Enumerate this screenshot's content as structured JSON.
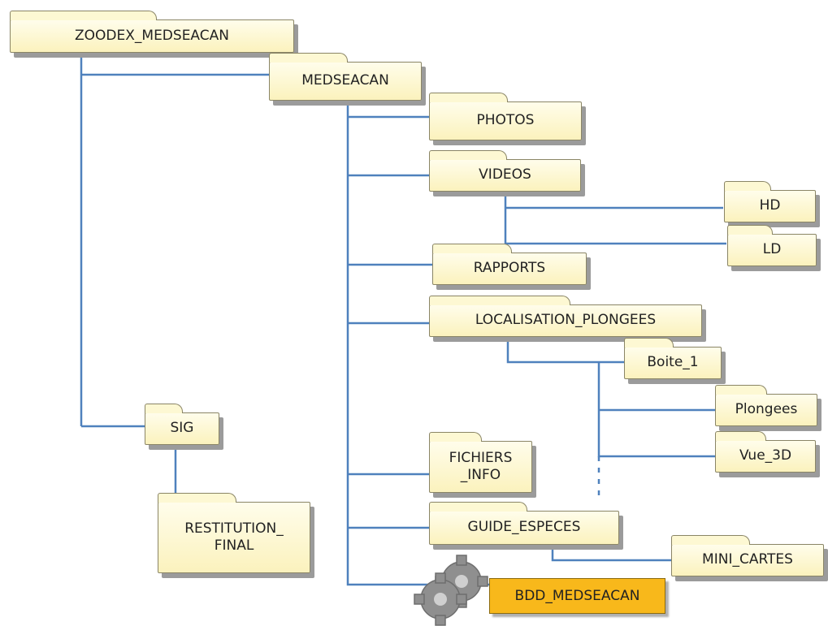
{
  "nodes": {
    "zoodex_medseacan": "ZOODEX_MEDSEACAN",
    "medseacan": "MEDSEACAN",
    "photos": "PHOTOS",
    "videos": "VIDEOS",
    "hd": "HD",
    "ld": "LD",
    "rapports": "RAPPORTS",
    "localisation_plongees": "LOCALISATION_PLONGEES",
    "boite_1": "Boite_1",
    "plongees": "Plongees",
    "vue_3d": "Vue_3D",
    "fichiers_info": "FICHIERS\n_INFO",
    "guide_especes": "GUIDE_ESPECES",
    "mini_cartes": "MINI_CARTES",
    "sig": "SIG",
    "restitution_final": "RESTITUTION_\nFINAL",
    "bdd_medseacan": "BDD_MEDSEACAN"
  },
  "icons": {
    "database": "gears-icon"
  },
  "colors": {
    "connector": "#4f81bd",
    "folder_fill": "#fbf2bd",
    "folder_border": "#8a8566",
    "database_fill": "#f8b81b"
  }
}
